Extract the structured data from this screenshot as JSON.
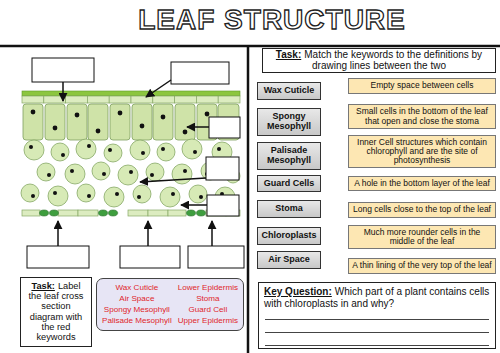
{
  "diagram": {
    "title": "LEAF STRUCTURE",
    "nodes": [
      {
        "text": [
          "Task:",
          "Label the leaf cross section diagram with the red keywords"
        ]
      },
      {
        "text": [
          "Wax Cuticle",
          "Air Space",
          "Spongy Mesophyll",
          "Palisade Mesophyll",
          "Lower Epidermis",
          "Stoma",
          "Guard Cell",
          "Upper Epidermis"
        ]
      },
      {
        "text": [
          "Task:",
          "Match the keywords to the definitions by drawing lines between the two"
        ]
      },
      {
        "text": [
          "Wax Cuticle"
        ]
      },
      {
        "text": [
          "Empty space between cells"
        ]
      },
      {
        "text": [
          "Spongy Mesophyll"
        ]
      },
      {
        "text": [
          "Small cells in the bottom of the leaf that open and close the stoma"
        ]
      },
      {
        "text": [
          "Palisade Mesophyll"
        ]
      },
      {
        "text": [
          "Inner Cell structures which contain chlorophyll and are the site of photosynthesis"
        ]
      },
      {
        "text": [
          "Guard Cells"
        ]
      },
      {
        "text": [
          "A hole in the bottom layer of the leaf"
        ]
      },
      {
        "text": [
          "Stoma"
        ]
      },
      {
        "text": [
          "Long cells close to the top of the leaf"
        ]
      },
      {
        "text": [
          "Chloroplasts"
        ]
      },
      {
        "text": [
          "Much more rounder cells in the middle of the leaf"
        ]
      },
      {
        "text": [
          "Air Space"
        ]
      },
      {
        "text": [
          "A thin lining of the very top of the leaf"
        ]
      },
      {
        "text": [
          "Key Question:",
          "Which part of a plant contains cells with chloroplasts in and why?"
        ]
      }
    ]
  }
}
